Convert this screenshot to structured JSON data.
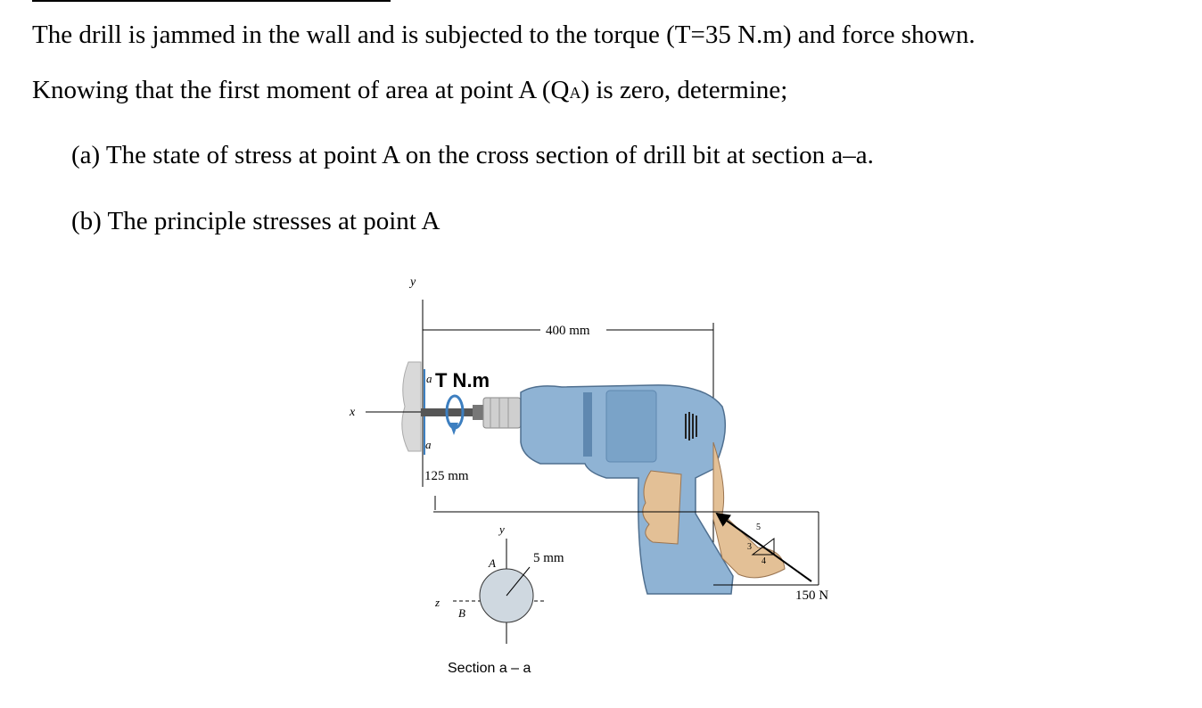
{
  "problem": {
    "line1": "The drill is jammed in the wall and is subjected to the torque (T=35 N.m) and force shown.",
    "line2_before": "Knowing that the first moment of area at point A (Q",
    "line2_sub": "A",
    "line2_after": ") is zero, determine;",
    "part_a": "(a) The state of stress at point A on the cross section of drill bit at section a–a.",
    "part_b": "(b) The principle stresses at point A"
  },
  "figure": {
    "axis_y": "y",
    "axis_x": "x",
    "axis_z": "z",
    "dim_400": "400 mm",
    "torque_label": "T N.m",
    "section_mark_top": "a",
    "section_mark_bottom": "a",
    "dim_125": "125 mm",
    "section_axis_y": "y",
    "point_a": "A",
    "point_b": "B",
    "radius_label": "5 mm",
    "force_label": "150 N",
    "ratio_3": "3",
    "ratio_4": "4",
    "ratio_5": "5",
    "section_caption": "Section a – a",
    "colors": {
      "drill_body": "#8fb3d4",
      "drill_dark": "#5f88b0",
      "hand": "#e3c096",
      "torque_arrow": "#3d7fc0"
    }
  }
}
